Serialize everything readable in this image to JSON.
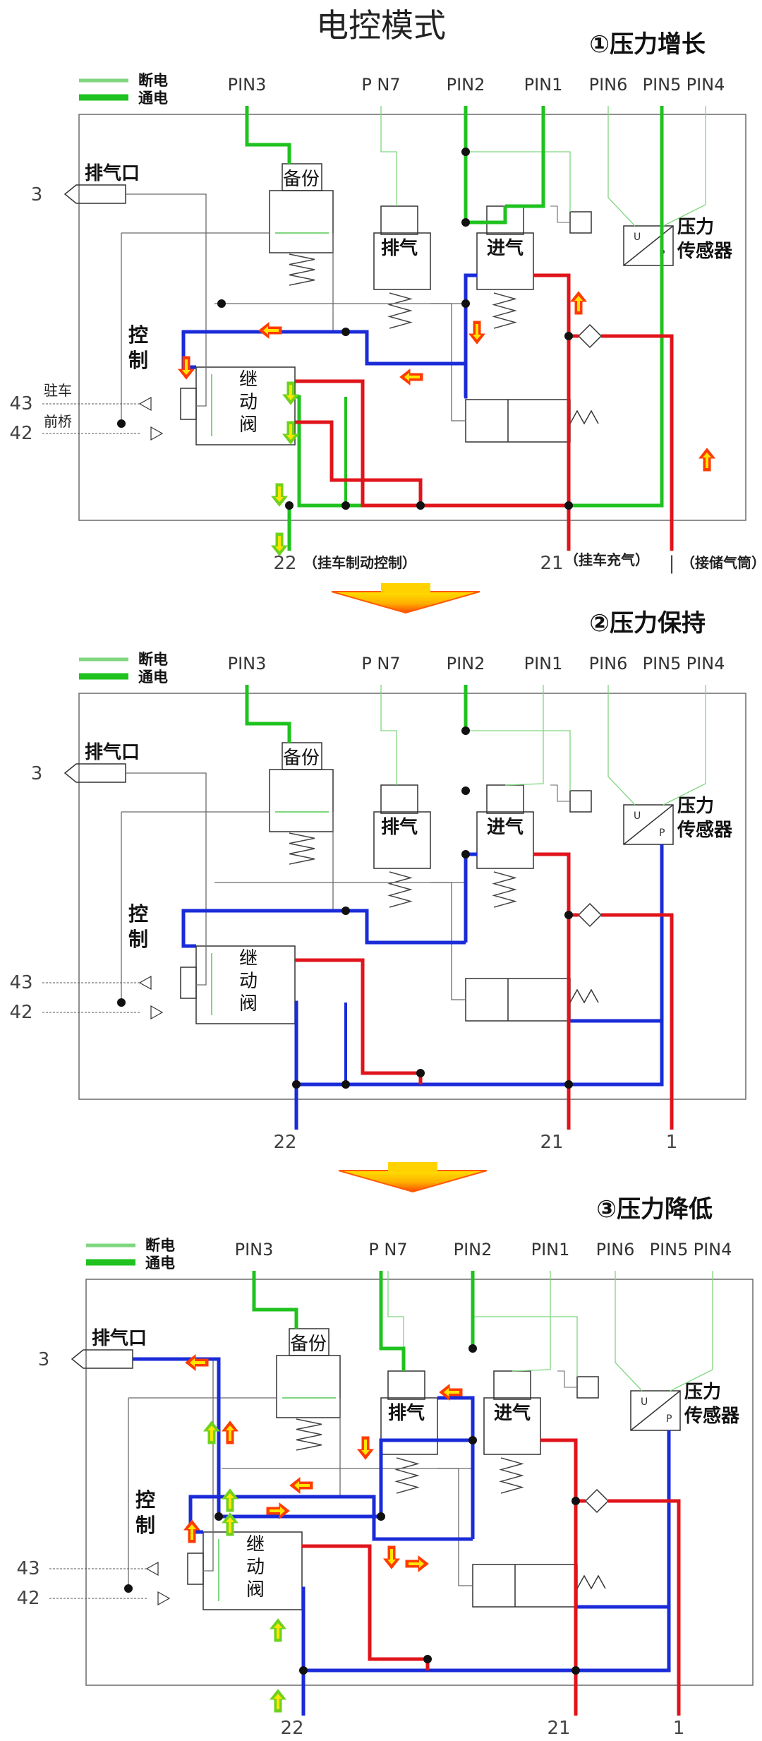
{
  "page_title": "电控模式",
  "stages": [
    {
      "id": "increase",
      "title": "①压力增长",
      "legend": {
        "off": "断电",
        "on": "通电"
      },
      "pins": [
        "PIN3",
        "P N7",
        "PIN2",
        "PIN1",
        "PIN6",
        "PIN5",
        "PIN4"
      ],
      "labels": {
        "exhaust_port": "排气口",
        "backup": "备份",
        "exhaust_valve": "排气",
        "intake_valve": "进气",
        "pressure_sensor_1": "压力",
        "pressure_sensor_2": "传感器",
        "control_1": "控",
        "control_2": "制",
        "relay_1": "继",
        "relay_2": "动",
        "relay_3": "阀",
        "parking": "驻车",
        "front_axle": "前桥",
        "port_3": "3",
        "port_43": "43",
        "port_42": "42",
        "port_22": "22",
        "port_21": "21",
        "port_1": "|",
        "port_22_desc": "（挂车制动控制）",
        "port_21_desc": "（挂车充气）",
        "port_1_desc": "（接储气筒）"
      }
    },
    {
      "id": "hold",
      "title": "②压力保持",
      "legend": {
        "off": "断电",
        "on": "通电"
      },
      "pins": [
        "PIN3",
        "P N7",
        "PIN2",
        "PIN1",
        "PIN6",
        "PIN5",
        "PIN4"
      ],
      "labels": {
        "exhaust_port": "排气口",
        "backup": "备份",
        "exhaust_valve": "排气",
        "intake_valve": "进气",
        "pressure_sensor_1": "压力",
        "pressure_sensor_2": "传感器",
        "control_1": "控",
        "control_2": "制",
        "relay_1": "继",
        "relay_2": "动",
        "relay_3": "阀",
        "port_3": "3",
        "port_43": "43",
        "port_42": "42",
        "port_22": "22",
        "port_21": "21",
        "port_1": "1"
      }
    },
    {
      "id": "decrease",
      "title": "③压力降低",
      "legend": {
        "off": "断电",
        "on": "通电"
      },
      "pins": [
        "PIN3",
        "P N7",
        "PIN2",
        "PIN1",
        "PIN6",
        "PIN5",
        "PIN4"
      ],
      "labels": {
        "exhaust_port": "排气口",
        "backup": "备份",
        "exhaust_valve": "排气",
        "intake_valve": "进气",
        "pressure_sensor_1": "压力",
        "pressure_sensor_2": "传感器",
        "control_1": "控",
        "control_2": "制",
        "relay_1": "继",
        "relay_2": "动",
        "relay_3": "阀",
        "port_3": "3",
        "port_43": "43",
        "port_42": "42",
        "port_22": "22",
        "port_21": "21",
        "port_1": "1"
      }
    }
  ],
  "colors": {
    "line_thin": "#6a6a6a",
    "green": "#1fc21f",
    "green_light": "#7fd67f",
    "blue": "#1a2bd8",
    "red": "#e0141b",
    "arrow_red": "#ff3b00",
    "arrow_yellow": "#ffe600",
    "arrow_green": "#6ed21e",
    "big_arrow_top": "#ffd400",
    "big_arrow_bottom": "#ff4a00"
  }
}
